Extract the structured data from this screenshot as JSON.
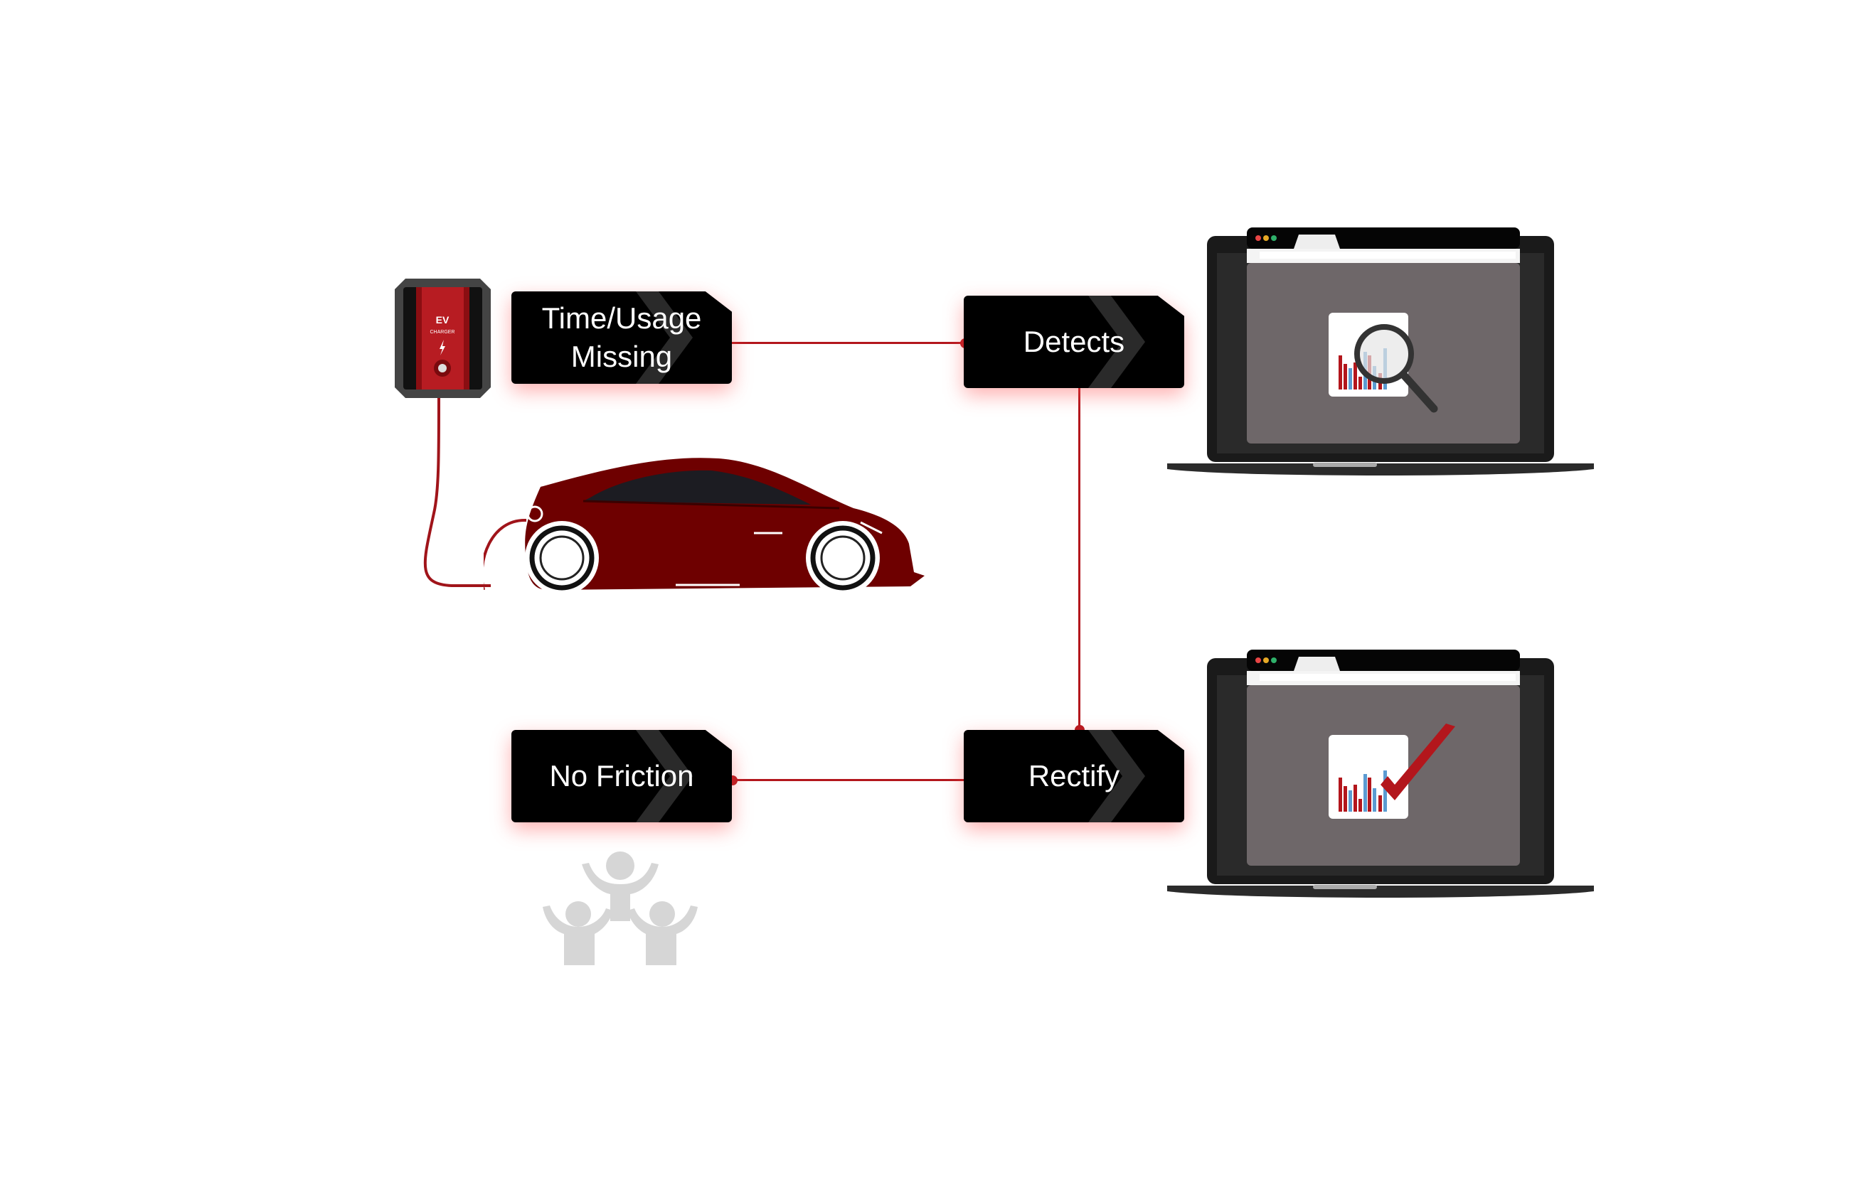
{
  "charger": {
    "title": "EV",
    "subtitle": "CHARGER"
  },
  "steps": {
    "missing": "Time/Usage Missing",
    "missing_line1": "Time/Usage",
    "missing_line2": "Missing",
    "detects": "Detects",
    "rectify": "Rectify",
    "no_friction": "No Friction"
  },
  "colors": {
    "accent": "#b3161c",
    "car": "#6e0000",
    "screen": "#6e6769",
    "label_bg": "#000000"
  }
}
